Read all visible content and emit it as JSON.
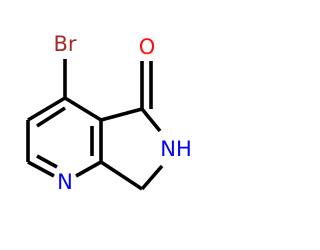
{
  "molecule": {
    "atoms": {
      "bromine": {
        "symbol": "Br",
        "color": "#A52A2A"
      },
      "oxygen": {
        "symbol": "O",
        "color": "#FF0D0D"
      },
      "amide_nh": {
        "symbol": "NH",
        "color": "#0000FF"
      },
      "pyridine_n": {
        "symbol": "N",
        "color": "#0000FF"
      }
    },
    "bond_color": "#000000",
    "background": "#FFFFFF"
  }
}
